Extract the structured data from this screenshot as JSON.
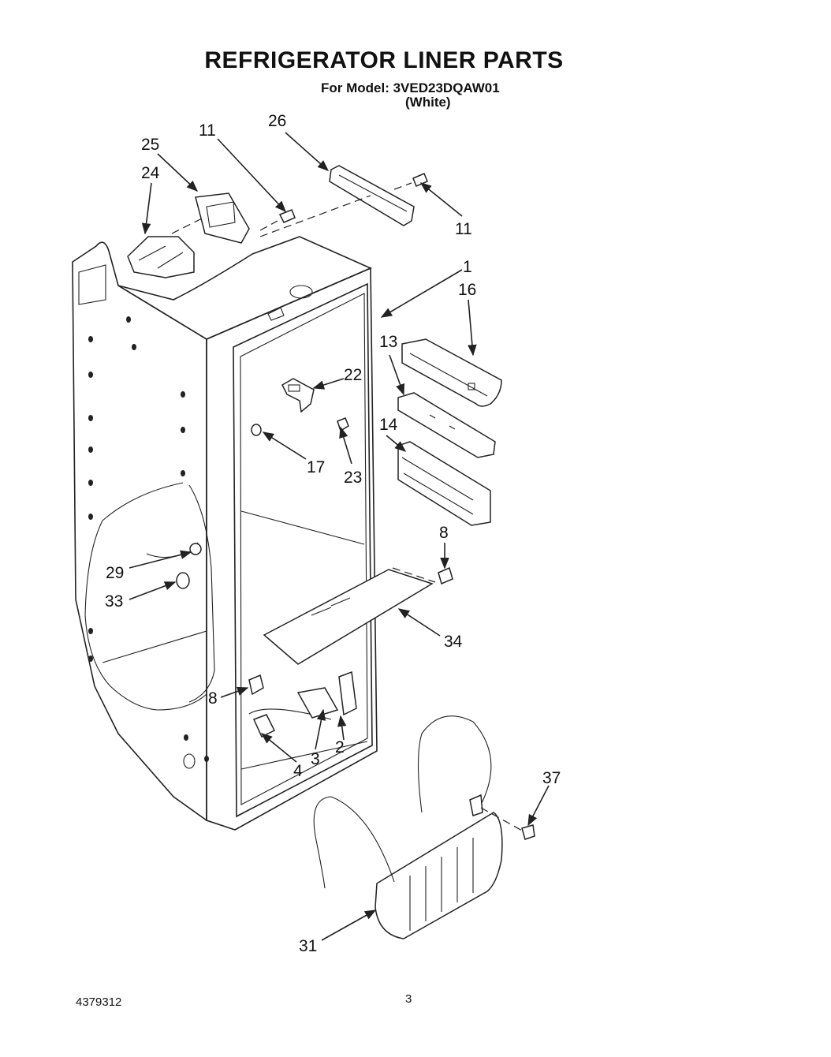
{
  "header": {
    "title": "REFRIGERATOR LINER PARTS",
    "model_line": "For Model: 3VED23DQAW01",
    "color_line": "(White)"
  },
  "footer": {
    "doc_number": "4379312",
    "page_number": "3"
  },
  "callouts": {
    "c1": "1",
    "c2": "2",
    "c3": "3",
    "c4": "4",
    "c8a": "8",
    "c8b": "8",
    "c11a": "11",
    "c11b": "11",
    "c13": "13",
    "c14": "14",
    "c16": "16",
    "c17": "17",
    "c22": "22",
    "c23": "23",
    "c24": "24",
    "c25": "25",
    "c26": "26",
    "c29": "29",
    "c31": "31",
    "c33": "33",
    "c34": "34",
    "c37": "37"
  }
}
